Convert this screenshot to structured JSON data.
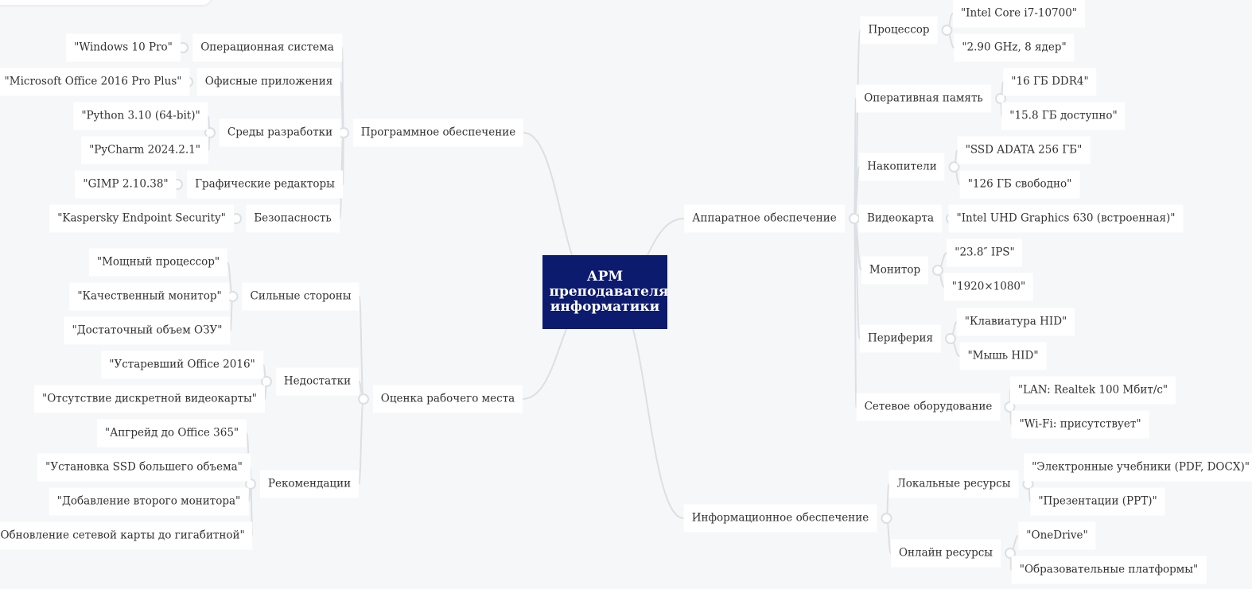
{
  "root": "АРМ преподавателя информатики",
  "branches": [
    {
      "label": "Программное обеспечение",
      "children": [
        {
          "label": "Операционная система",
          "children": [
            "\"Windows 10 Pro\""
          ]
        },
        {
          "label": "Офисные приложения",
          "children": [
            "\"Microsoft Office 2016 Pro Plus\""
          ]
        },
        {
          "label": "Среды разработки",
          "children": [
            "\"Python 3.10 (64-bit)\"",
            "\"PyCharm 2024.2.1\""
          ]
        },
        {
          "label": "Графические редакторы",
          "children": [
            "\"GIMP 2.10.38\""
          ]
        },
        {
          "label": "Безопасность",
          "children": [
            "\"Kaspersky Endpoint Security\""
          ]
        }
      ]
    },
    {
      "label": "Оценка рабочего места",
      "children": [
        {
          "label": "Сильные стороны",
          "children": [
            "\"Мощный процессор\"",
            "\"Качественный монитор\"",
            "\"Достаточный объем ОЗУ\""
          ]
        },
        {
          "label": "Недостатки",
          "children": [
            "\"Устаревший Office 2016\"",
            "\"Отсутствие дискретной видеокарты\""
          ]
        },
        {
          "label": "Рекомендации",
          "children": [
            "\"Апгрейд до Office 365\"",
            "\"Установка SSD большего объема\"",
            "\"Добавление второго монитора\"",
            "\"Обновление сетевой карты до гигабитной\""
          ]
        }
      ]
    },
    {
      "label": "Аппаратное обеспечение",
      "children": [
        {
          "label": "Процессор",
          "children": [
            "\"Intel Core i7-10700\"",
            "\"2.90 GHz, 8 ядер\""
          ]
        },
        {
          "label": "Оперативная память",
          "children": [
            "\"16 ГБ DDR4\"",
            "\"15.8 ГБ доступно\""
          ]
        },
        {
          "label": "Накопители",
          "children": [
            "\"SSD ADATA 256 ГБ\"",
            "\"126 ГБ свободно\""
          ]
        },
        {
          "label": "Видеокарта",
          "children": [
            "\"Intel UHD Graphics 630 (встроенная)\""
          ]
        },
        {
          "label": "Монитор",
          "children": [
            "\"23.8″ IPS\"",
            "\"1920×1080\""
          ]
        },
        {
          "label": "Периферия",
          "children": [
            "\"Клавиатура HID\"",
            "\"Мышь HID\""
          ]
        },
        {
          "label": "Сетевое оборудование",
          "children": [
            "\"LAN: Realtek 100 Мбит/с\"",
            "\"Wi-Fi: присутствует\""
          ]
        }
      ]
    },
    {
      "label": "Информационное обеспечение",
      "children": [
        {
          "label": "Локальные ресурсы",
          "children": [
            "\"Электронные учебники (PDF, DOCX)\"",
            "\"Презентации (PPT)\""
          ]
        },
        {
          "label": "Онлайн ресурсы",
          "children": [
            "\"OneDrive\"",
            "\"Образовательные платформы\""
          ]
        }
      ]
    }
  ]
}
